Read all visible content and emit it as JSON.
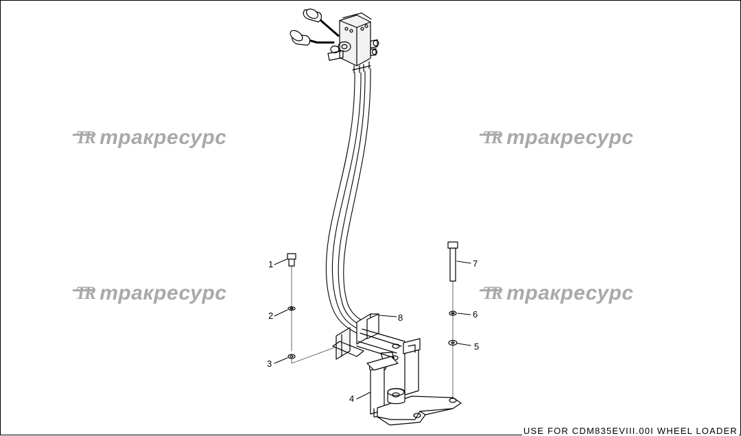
{
  "watermark": {
    "logo": "TR",
    "brand": "тракресурс"
  },
  "callouts": [
    "1",
    "2",
    "3",
    "4",
    "5",
    "6",
    "7",
    "8"
  ],
  "footer": {
    "text": "USE FOR CDM835EVIII.00I WHEEL LOADER"
  }
}
